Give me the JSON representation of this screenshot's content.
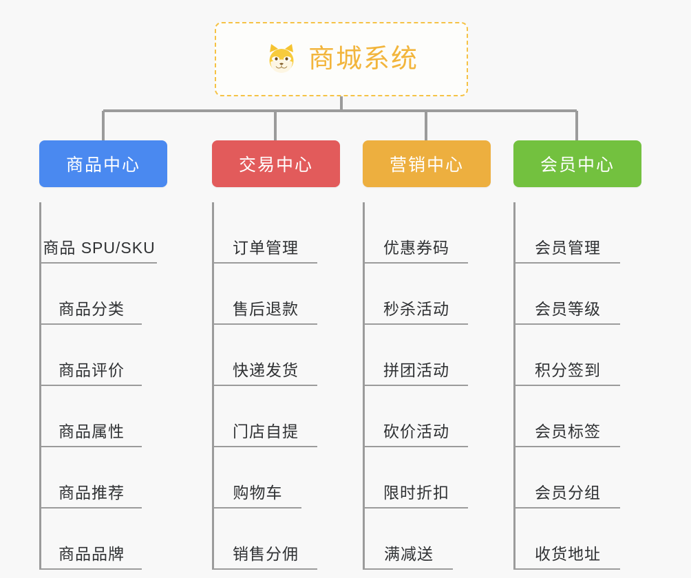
{
  "root": {
    "title": "商城系统",
    "icon": "shiba-dog-icon",
    "border_color": "#f5c244",
    "text_color": "#f2b53c"
  },
  "canvas": {
    "background": "#f8f8f8",
    "connector_color": "#9b9b9b"
  },
  "branches": [
    {
      "label": "商品中心",
      "color": "#4a89f0",
      "leaves": [
        {
          "label": "商品 SPU/SKU"
        },
        {
          "label": "商品分类"
        },
        {
          "label": "商品评价"
        },
        {
          "label": "商品属性"
        },
        {
          "label": "商品推荐"
        },
        {
          "label": "商品品牌"
        }
      ]
    },
    {
      "label": "交易中心",
      "color": "#e25b5b",
      "leaves": [
        {
          "label": "订单管理"
        },
        {
          "label": "售后退款"
        },
        {
          "label": "快递发货"
        },
        {
          "label": "门店自提"
        },
        {
          "label": "购物车"
        },
        {
          "label": "销售分佣"
        }
      ]
    },
    {
      "label": "营销中心",
      "color": "#edaf3f",
      "leaves": [
        {
          "label": "优惠券码"
        },
        {
          "label": "秒杀活动"
        },
        {
          "label": "拼团活动"
        },
        {
          "label": "砍价活动"
        },
        {
          "label": "限时折扣"
        },
        {
          "label": "满减送"
        }
      ]
    },
    {
      "label": "会员中心",
      "color": "#73c13f",
      "leaves": [
        {
          "label": "会员管理"
        },
        {
          "label": "会员等级"
        },
        {
          "label": "积分签到"
        },
        {
          "label": "会员标签"
        },
        {
          "label": "会员分组"
        },
        {
          "label": "收货地址"
        }
      ]
    }
  ]
}
